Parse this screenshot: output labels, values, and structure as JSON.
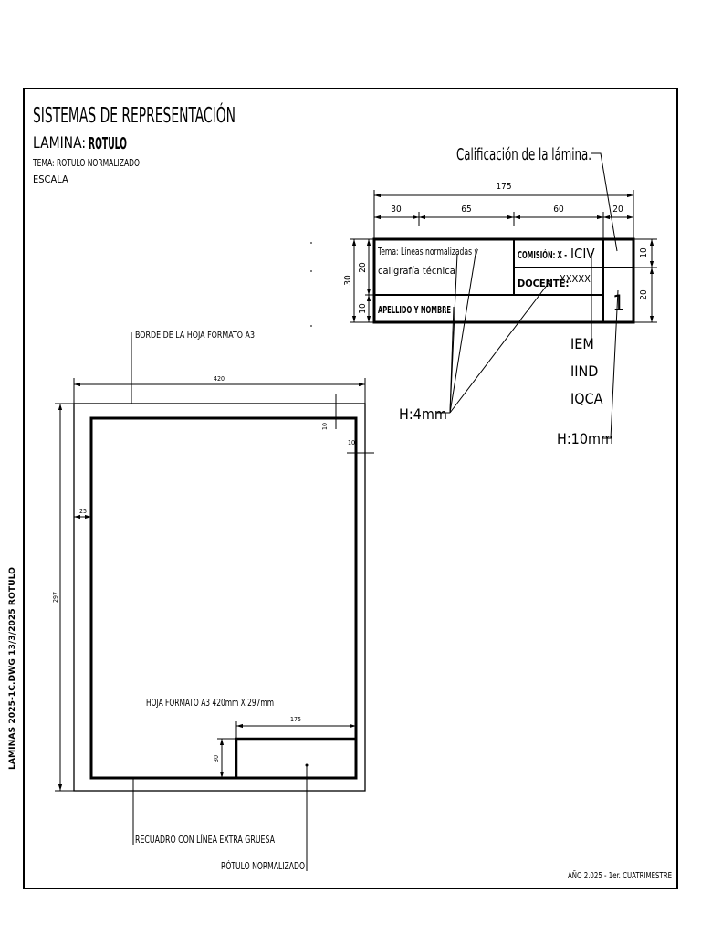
{
  "header": {
    "title": "SISTEMAS DE REPRESENTACIÓN",
    "lamina_prefix": "LAMINA:",
    "lamina_name": "ROTULO",
    "tema": "TEMA: ROTULO NORMALIZADO",
    "escala": "ESCALA"
  },
  "rotulo": {
    "tema_line1": "Tema: Líneas normalizadas y",
    "tema_line2": "caligrafía técnica",
    "comision_label": "COMISIÓN: X -",
    "comision_value": "ICIV",
    "docente_label": "DOCENTE:",
    "docente_value": "XXXXX",
    "apellido": "APELLIDO Y NOMBRE",
    "number": "1"
  },
  "dims": {
    "total": "175",
    "d30": "30",
    "d65": "65",
    "d60": "60",
    "d20": "20",
    "v30": "30",
    "v20": "20",
    "v10": "10",
    "r10": "10",
    "r20": "20"
  },
  "annotations": {
    "calificacion": "Calificación de la lámina.",
    "h4": "H:4mm",
    "h10": "H:10mm",
    "iem": "IEM",
    "iind": "IIND",
    "iqca": "IQCA"
  },
  "sheet": {
    "borde": "BORDE DE LA HOJA FORMATO A3",
    "d420": "420",
    "d297": "297",
    "d25": "25",
    "d10a": "10",
    "d10b": "10",
    "d175": "175",
    "d30": "30",
    "hoja": "HOJA FORMATO A3 420mm X 297mm",
    "recuadro": "RECUADRO CON LÍNEA EXTRA GRUESA",
    "rotulo_norm": "RÓTULO NORMALIZADO"
  },
  "footer": {
    "year": "AÑO 2.025 - 1er. CUATRIMESTRE",
    "side": "LAMINAS 2025-1C.DWG     13/3/2025  ROTULO"
  }
}
